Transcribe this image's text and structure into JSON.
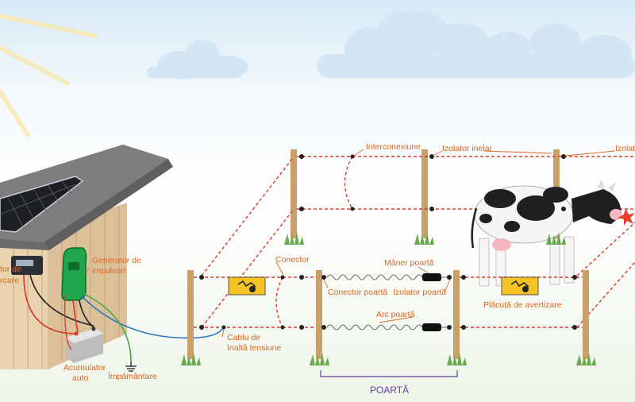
{
  "labels": {
    "regulator": [
      "tor de",
      "rcare"
    ],
    "generator": [
      "Generator de",
      "impulsuri"
    ],
    "battery": [
      "Acumulator",
      "auto"
    ],
    "ground": "Împământare",
    "hv_cable": [
      "Cablu de",
      "înaltă tensiune"
    ],
    "connector": "Conector",
    "gate_connector": "Conector poartă",
    "interconnection": "Interconexiune",
    "ring_insulator": "Izolator inelar",
    "insulator_right": "Izolat",
    "gate_handle": "Mâner poartă",
    "gate_insulator": "Izolator poartă",
    "gate_spring": "Arc poartă",
    "warning_plate": "Plăcuță de avertizare",
    "gate": "POARTĂ"
  },
  "colors": {
    "label": "#e0641b",
    "gate_label": "#6b3fa0",
    "wire": "#d9382c",
    "post": "#c9a06a",
    "grass": "#6aa84f",
    "sky": "#dcecf6",
    "warning": "#f6c324"
  },
  "icons": [
    "sun-icon",
    "cloud-icon",
    "solar-panel-icon",
    "generator-icon",
    "battery-icon",
    "ground-icon",
    "cow-icon",
    "warning-plate-icon",
    "spark-icon"
  ]
}
